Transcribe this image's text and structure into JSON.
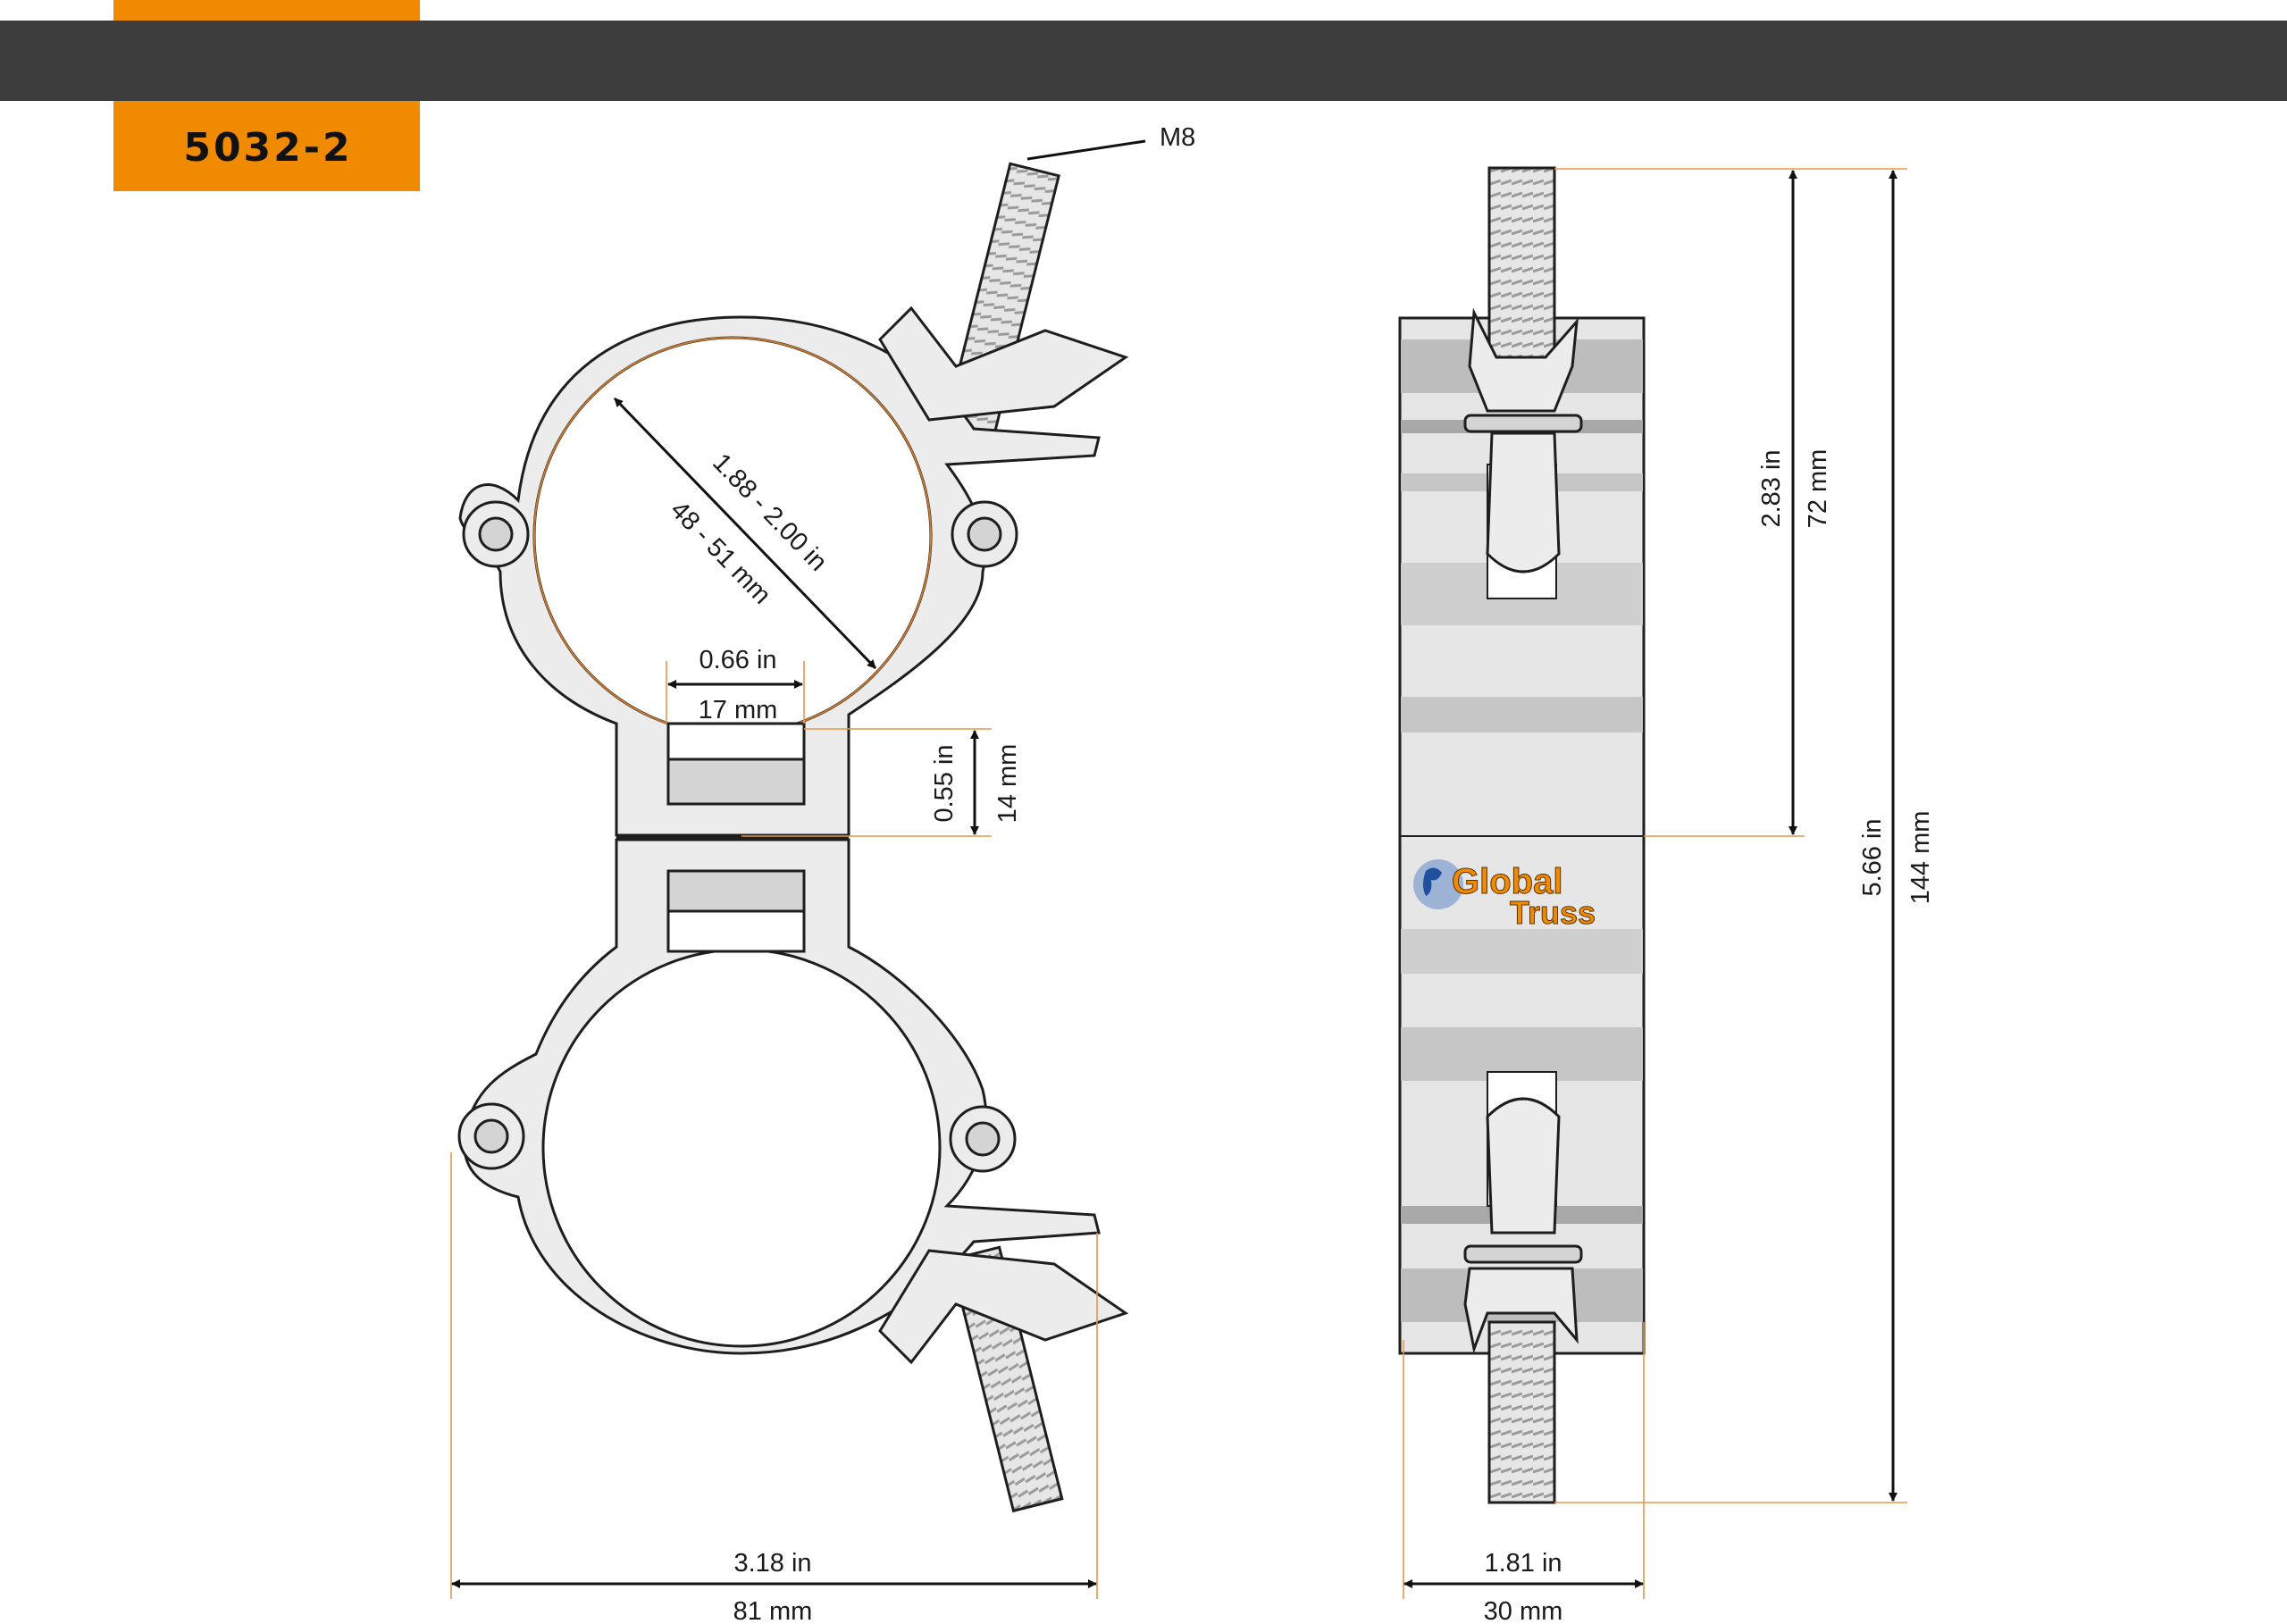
{
  "header": {
    "part_number": "5032-2",
    "accent_color": "#f08a00",
    "bar_color": "#3c3c3c"
  },
  "labels": {
    "thread": "M8",
    "tube_diameter_in": "1.88 - 2.00 in",
    "tube_diameter_mm": "48 - 51 mm",
    "opening_in": "0.66 in",
    "opening_mm": "17 mm",
    "neck_in": "0.55 in",
    "neck_mm": "14 mm",
    "width_in": "3.18 in",
    "width_mm": "81 mm",
    "depth_in": "1.81 in",
    "depth_mm": "30 mm",
    "half_height_in": "2.83 in",
    "half_height_mm": "72 mm",
    "height_in": "5.66 in",
    "height_mm": "144 mm"
  },
  "logo": {
    "line1": "Global",
    "line2": "Truss"
  }
}
